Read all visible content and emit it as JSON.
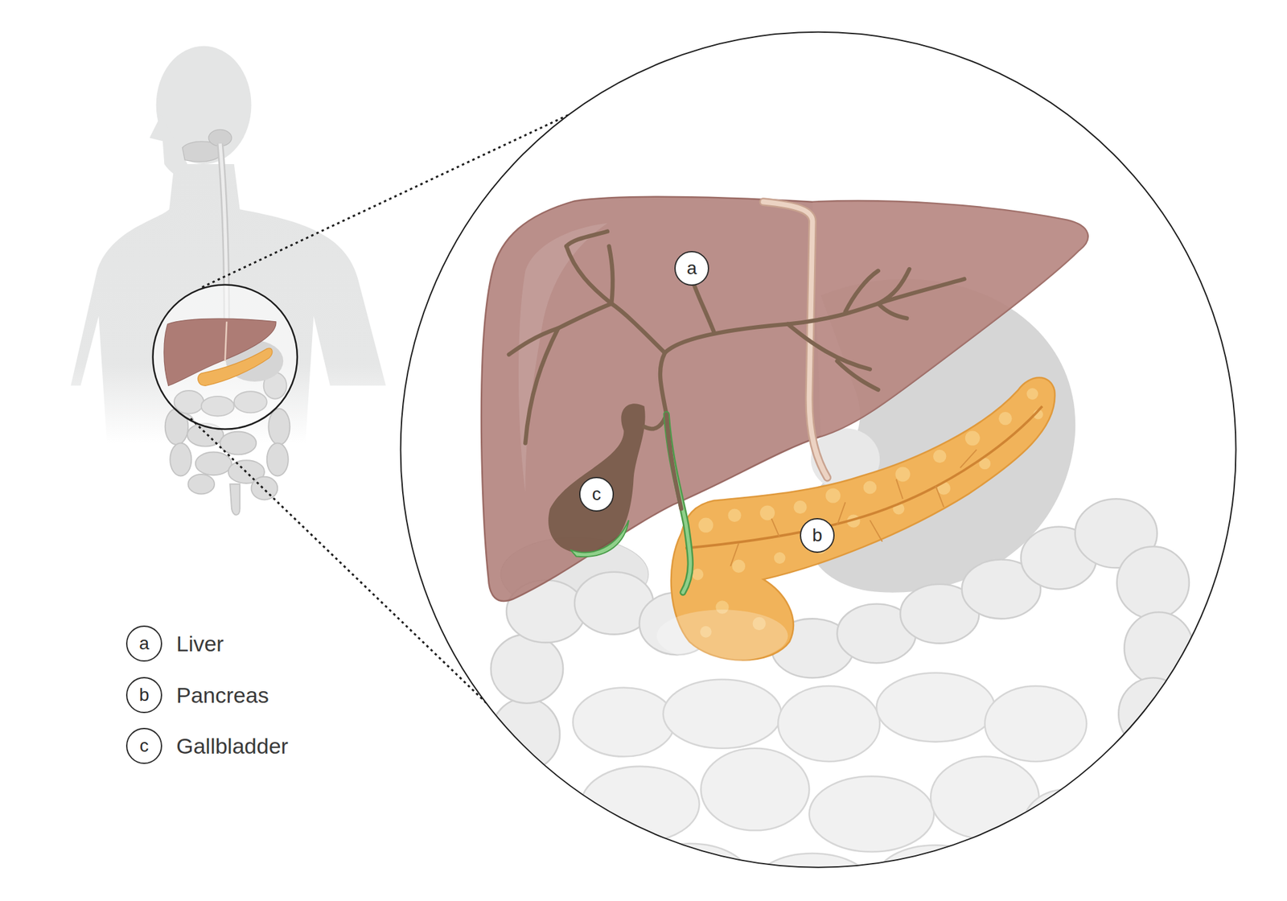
{
  "diagram": {
    "nodes": [
      {
        "text": [
          "a"
        ]
      },
      {
        "text": [
          "b"
        ]
      },
      {
        "text": [
          "c"
        ]
      },
      {
        "text": [
          "a",
          "Liver"
        ]
      },
      {
        "text": [
          "b",
          "Pancreas"
        ]
      },
      {
        "text": [
          "c",
          "Gallbladder"
        ]
      }
    ]
  }
}
